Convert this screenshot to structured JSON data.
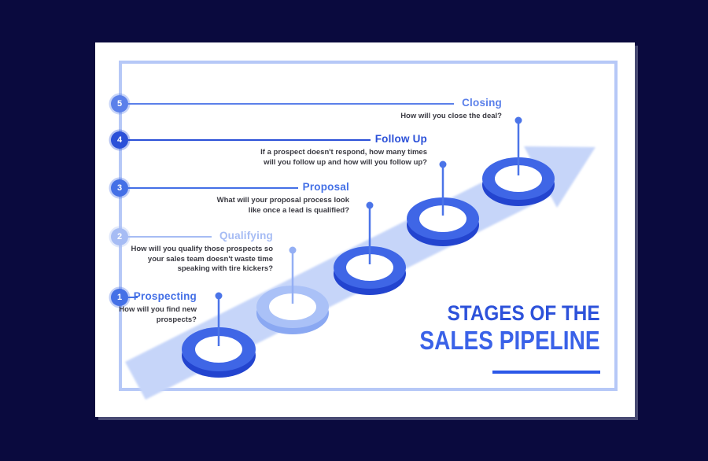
{
  "infographic": {
    "title": {
      "line1": "STAGES OF THE",
      "line2": "SALES PIPELINE"
    }
  },
  "stages": [
    {
      "number": "5",
      "label": "Closing",
      "description": "How will you close the deal?",
      "color": "#5b80ea"
    },
    {
      "number": "4",
      "label": "Follow Up",
      "description": "If a prospect doesn't respond, how many times\nwill you follow up and how will you follow up?",
      "color": "#2b50d8"
    },
    {
      "number": "3",
      "label": "Proposal",
      "description": "What will your proposal process look\nlike once a lead is qualified?",
      "color": "#4470e6"
    },
    {
      "number": "2",
      "label": "Qualifying",
      "description": "How will you qualify those prospects so\nyour sales team doesn't waste time\nspeaking with tire kickers?",
      "color": "#a6bcf4"
    },
    {
      "number": "1",
      "label": "Prospecting",
      "description": "How will you find new\nprospects?",
      "color": "#4470e6"
    }
  ],
  "colors": {
    "background": "#0a0a3e",
    "card": "#ffffff",
    "frame": "#b6c8f7",
    "ribbon": "#c6d5f9",
    "disc_top": "#3f66e6",
    "disc_side": "#2344cf",
    "disc_light_top": "#aac1f7",
    "disc_light_side": "#8aa8f2",
    "pin": "#4b74e8",
    "pin_light": "#94aff4",
    "title_line1": "#2d52da",
    "title_line2": "#3a62e8",
    "underline": "#2b57e8",
    "description_text": "#3a3a42"
  }
}
